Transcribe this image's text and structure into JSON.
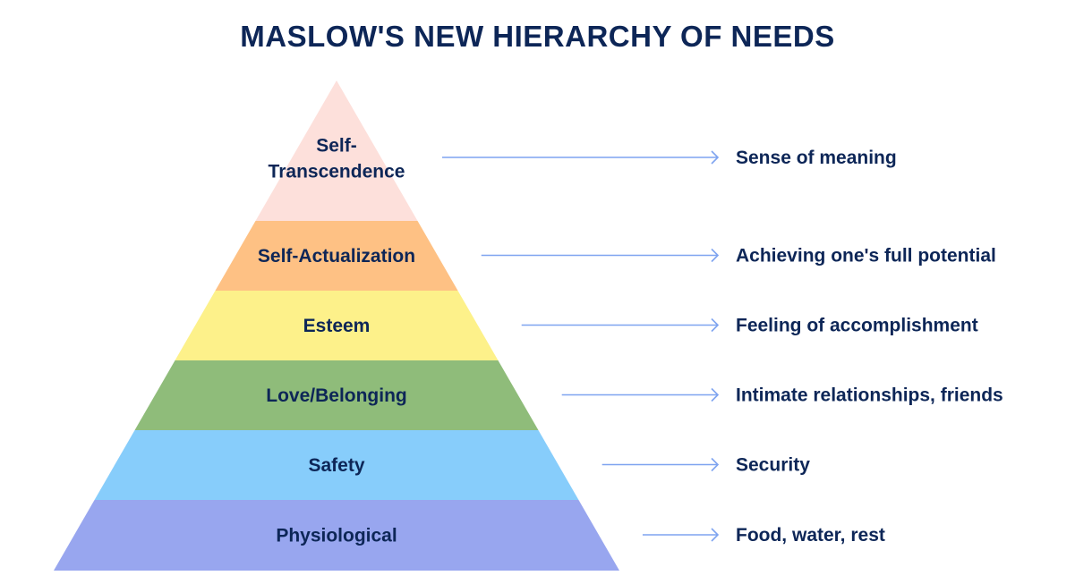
{
  "title": "MASLOW'S NEW HIERARCHY OF NEEDS",
  "colors": {
    "text": "#0d2657",
    "arrow": "#7fa4f0"
  },
  "levels": [
    {
      "name_lines": [
        "Self-",
        "Transcendence"
      ],
      "description": "Sense of meaning",
      "color": "#fde0db"
    },
    {
      "name_lines": [
        "Self-Actualization"
      ],
      "description": "Achieving one's full potential",
      "color": "#fec184"
    },
    {
      "name_lines": [
        "Esteem"
      ],
      "description": "Feeling of accomplishment",
      "color": "#fdf18a"
    },
    {
      "name_lines": [
        "Love/Belonging"
      ],
      "description": "Intimate relationships, friends",
      "color": "#8fbc7a"
    },
    {
      "name_lines": [
        "Safety"
      ],
      "description": "Security",
      "color": "#87cdfb"
    },
    {
      "name_lines": [
        "Physiological"
      ],
      "description": "Food, water, rest",
      "color": "#98a6ef"
    }
  ]
}
